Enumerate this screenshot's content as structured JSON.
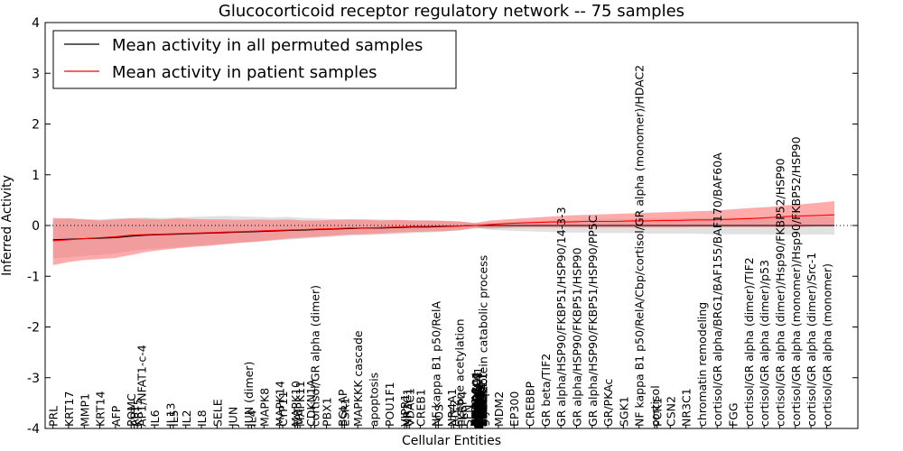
{
  "chart_data": {
    "type": "line",
    "title": "Glucocorticoid receptor regulatory network -- 75 samples",
    "xlabel": "Cellular Entities",
    "ylabel": "Inferred Activity",
    "ylim": [
      -4,
      4
    ],
    "yticks": [
      -4,
      -3,
      -2,
      -1,
      0,
      1,
      2,
      3,
      4
    ],
    "grid": false,
    "legend_position": "top-left",
    "zero_line": "dotted",
    "entities": [
      {
        "label": "PRL",
        "x": 1
      },
      {
        "label": "KRT17",
        "x": 3
      },
      {
        "label": "MMP1",
        "x": 5
      },
      {
        "label": "KRT14",
        "x": 7
      },
      {
        "label": "AFP",
        "x": 9
      },
      {
        "label": "POMC",
        "x": 11
      },
      {
        "label": "AP1",
        "x": 11.4
      },
      {
        "label": "KRT5",
        "x": 11.8
      },
      {
        "label": "AP1/NFAT1-c-4",
        "x": 12.3
      },
      {
        "label": "IL6",
        "x": 14
      },
      {
        "label": "IL13",
        "x": 16
      },
      {
        "label": "IL5",
        "x": 16.4
      },
      {
        "label": "IL2",
        "x": 18
      },
      {
        "label": "IL8",
        "x": 20
      },
      {
        "label": "SELE",
        "x": 22
      },
      {
        "label": "JUN",
        "x": 24
      },
      {
        "label": "JUN (dimer)",
        "x": 26
      },
      {
        "label": "IL4",
        "x": 26.4
      },
      {
        "label": "MAPK8",
        "x": 28
      },
      {
        "label": "MAPK14",
        "x": 30
      },
      {
        "label": "CYP11",
        "x": 30.4
      },
      {
        "label": "MAPK10",
        "x": 32
      },
      {
        "label": "TAT",
        "x": 32.3
      },
      {
        "label": "MAPK11",
        "x": 32.6
      },
      {
        "label": "CDKN1A",
        "x": 34
      },
      {
        "label": "cortisol/GR alpha (dimer)",
        "x": 34.5
      },
      {
        "label": "PBX1",
        "x": 36
      },
      {
        "label": "BGLAP",
        "x": 38
      },
      {
        "label": "ESR1",
        "x": 38.3
      },
      {
        "label": "MAPKKK cascade",
        "x": 40
      },
      {
        "label": "apoptosis",
        "x": 42
      },
      {
        "label": "POU1F1",
        "x": 44
      },
      {
        "label": "VIPR1",
        "x": 46
      },
      {
        "label": "NR3C1",
        "x": 46.3
      },
      {
        "label": "VDAC1",
        "x": 46.6
      },
      {
        "label": "CREB1",
        "x": 48
      },
      {
        "label": "NF kappa B1 p50/RelA",
        "x": 50
      },
      {
        "label": "FOS",
        "x": 50.3
      },
      {
        "label": "NR4A1",
        "x": 52
      },
      {
        "label": "ATF2",
        "x": 52.3
      },
      {
        "label": "histone acetylation",
        "x": 53
      },
      {
        "label": "FKBP4",
        "x": 53.3
      },
      {
        "label": "SFN",
        "x": 54
      },
      {
        "label": "glycoprotein catabolic process",
        "x": 56
      },
      {
        "label": "MDM2",
        "x": 58
      },
      {
        "label": "EP300",
        "x": 60
      },
      {
        "label": "CREBBP",
        "x": 62
      },
      {
        "label": "GR beta/TIF2",
        "x": 64
      },
      {
        "label": "GR alpha/HSP90/FKBP51/HSP90/14-3-3",
        "x": 66
      },
      {
        "label": "GR alpha/HSP90/FKBP51/HSP90",
        "x": 68
      },
      {
        "label": "GR alpha/HSP90/FKBP51/HSP90/PP5C",
        "x": 70
      },
      {
        "label": "GR/PKAc",
        "x": 72
      },
      {
        "label": "SGK1",
        "x": 74
      },
      {
        "label": "NF kappa B1 p50/RelA/Cbp/cortisol/GR alpha (monomer)/HDAC2",
        "x": 76
      },
      {
        "label": "cortisol",
        "x": 78
      },
      {
        "label": "PCK1",
        "x": 78.3
      },
      {
        "label": "CSN2",
        "x": 80
      },
      {
        "label": "NR3C1",
        "x": 82
      },
      {
        "label": "chromatin remodeling",
        "x": 84
      },
      {
        "label": "cortisol/GR alpha/BRG1/BAF155/BAF170/BAF60A",
        "x": 86
      },
      {
        "label": "FGG",
        "x": 88
      },
      {
        "label": "cortisol/GR alpha (dimer)/TIF2",
        "x": 90
      },
      {
        "label": "cortisol/GR alpha (dimer)/p53",
        "x": 92
      },
      {
        "label": "cortisol/GR alpha (dimer)/Hsp90/FKBP52/HSP90",
        "x": 94
      },
      {
        "label": "cortisol/GR alpha (monomer)/Hsp90/FKBP52/HSP90",
        "x": 96
      },
      {
        "label": "cortisol/GR alpha (dimer)/Src-1",
        "x": 98
      },
      {
        "label": "cortisol/GR alpha (monomer)",
        "x": 100
      }
    ],
    "stacked_entities": [
      "ESR1",
      "NCOA1",
      "NCOA2",
      "SMARCA4",
      "SMARCC1",
      "SMARCC2",
      "SMARCD1",
      "HDAC2",
      "CDK5",
      "PRKACA",
      "SRC",
      "TP53",
      "HSP90AA1",
      "FKBP5",
      "YWHAH",
      "PPP5C",
      "ICAM1",
      "RELA",
      "NFKB1",
      "STAT5A",
      "STAT5B",
      "TBP",
      "GATA3",
      "IFNG",
      "TNF",
      "IL1B",
      "CSF2",
      "CCL2",
      "AGT",
      "SPP1",
      "BCL2",
      "CYP3A4",
      "SMARCE1",
      "SUMO2",
      "NR1I3"
    ],
    "stacked_x_range": [
      55.0,
      56.0
    ],
    "x": [
      1,
      3,
      5,
      7,
      9,
      11,
      13,
      15,
      17,
      19,
      21,
      23,
      25,
      27,
      29,
      31,
      33,
      35,
      37,
      39,
      41,
      43,
      45,
      47,
      49,
      51,
      53,
      55,
      57,
      59,
      61,
      63,
      65,
      67,
      69,
      71,
      73,
      75,
      77,
      79,
      81,
      83,
      85,
      87,
      89,
      91,
      93,
      95,
      97,
      99,
      101
    ],
    "series": [
      {
        "name": "Mean activity in all permuted samples",
        "color": "#000000",
        "band_color": "#c8c8c8",
        "values": [
          -0.28,
          -0.27,
          -0.26,
          -0.25,
          -0.24,
          -0.21,
          -0.19,
          -0.18,
          -0.17,
          -0.16,
          -0.15,
          -0.14,
          -0.13,
          -0.12,
          -0.11,
          -0.1,
          -0.09,
          -0.08,
          -0.07,
          -0.06,
          -0.05,
          -0.05,
          -0.04,
          -0.03,
          -0.03,
          -0.02,
          -0.01,
          0.0,
          0.0,
          0.0,
          0.0,
          0.0,
          0.0,
          0.0,
          0.0,
          0.0,
          0.0,
          0.0,
          0.0,
          0.0,
          0.0,
          0.0,
          0.0,
          0.0,
          0.0,
          0.0,
          0.0,
          0.0,
          0.0,
          0.0,
          0.0
        ],
        "upper": [
          0.12,
          0.14,
          0.13,
          0.12,
          0.14,
          0.15,
          0.16,
          0.15,
          0.16,
          0.17,
          0.18,
          0.19,
          0.18,
          0.17,
          0.16,
          0.17,
          0.15,
          0.14,
          0.13,
          0.12,
          0.13,
          0.12,
          0.11,
          0.1,
          0.1,
          0.09,
          0.08,
          0.05,
          0.05,
          0.06,
          0.08,
          0.09,
          0.1,
          0.1,
          0.11,
          0.12,
          0.13,
          0.13,
          0.14,
          0.14,
          0.14,
          0.15,
          0.15,
          0.15,
          0.16,
          0.16,
          0.16,
          0.17,
          0.17,
          0.17,
          0.18
        ],
        "lower": [
          -0.65,
          -0.63,
          -0.6,
          -0.58,
          -0.55,
          -0.5,
          -0.47,
          -0.45,
          -0.43,
          -0.4,
          -0.38,
          -0.36,
          -0.34,
          -0.32,
          -0.3,
          -0.28,
          -0.26,
          -0.24,
          -0.22,
          -0.2,
          -0.19,
          -0.18,
          -0.17,
          -0.15,
          -0.14,
          -0.12,
          -0.1,
          -0.05,
          -0.08,
          -0.1,
          -0.11,
          -0.12,
          -0.13,
          -0.14,
          -0.14,
          -0.15,
          -0.15,
          -0.15,
          -0.16,
          -0.16,
          -0.16,
          -0.16,
          -0.17,
          -0.17,
          -0.17,
          -0.17,
          -0.18,
          -0.18,
          -0.18,
          -0.18,
          -0.18
        ]
      },
      {
        "name": "Mean activity in patient samples",
        "color": "#ff0000",
        "band_color": "#ff6666",
        "values": [
          -0.3,
          -0.28,
          -0.26,
          -0.24,
          -0.22,
          -0.19,
          -0.18,
          -0.17,
          -0.16,
          -0.15,
          -0.14,
          -0.13,
          -0.12,
          -0.11,
          -0.1,
          -0.09,
          -0.08,
          -0.07,
          -0.06,
          -0.05,
          -0.05,
          -0.04,
          -0.03,
          -0.02,
          -0.02,
          -0.01,
          -0.01,
          0.0,
          0.02,
          0.04,
          0.05,
          0.06,
          0.07,
          0.07,
          0.08,
          0.08,
          0.08,
          0.09,
          0.09,
          0.1,
          0.1,
          0.11,
          0.11,
          0.12,
          0.13,
          0.14,
          0.16,
          0.18,
          0.19,
          0.2,
          0.21
        ],
        "upper": [
          0.15,
          0.14,
          0.12,
          0.1,
          0.12,
          0.14,
          0.13,
          0.12,
          0.14,
          0.13,
          0.12,
          0.12,
          0.11,
          0.12,
          0.11,
          0.12,
          0.1,
          0.1,
          0.11,
          0.12,
          0.11,
          0.1,
          0.11,
          0.1,
          0.1,
          0.09,
          0.08,
          0.05,
          0.1,
          0.12,
          0.14,
          0.16,
          0.18,
          0.2,
          0.21,
          0.22,
          0.23,
          0.24,
          0.25,
          0.26,
          0.27,
          0.28,
          0.29,
          0.31,
          0.33,
          0.35,
          0.37,
          0.4,
          0.42,
          0.45,
          0.48
        ],
        "lower": [
          -0.78,
          -0.72,
          -0.68,
          -0.66,
          -0.64,
          -0.58,
          -0.52,
          -0.48,
          -0.45,
          -0.42,
          -0.4,
          -0.37,
          -0.34,
          -0.32,
          -0.29,
          -0.26,
          -0.24,
          -0.22,
          -0.2,
          -0.18,
          -0.17,
          -0.16,
          -0.14,
          -0.13,
          -0.12,
          -0.11,
          -0.09,
          -0.05,
          -0.06,
          -0.05,
          -0.04,
          -0.04,
          -0.04,
          -0.04,
          -0.04,
          -0.04,
          -0.04,
          -0.04,
          -0.04,
          -0.04,
          -0.04,
          -0.03,
          -0.03,
          -0.03,
          -0.03,
          -0.03,
          -0.03,
          -0.03,
          -0.03,
          -0.02,
          -0.02
        ]
      }
    ]
  }
}
